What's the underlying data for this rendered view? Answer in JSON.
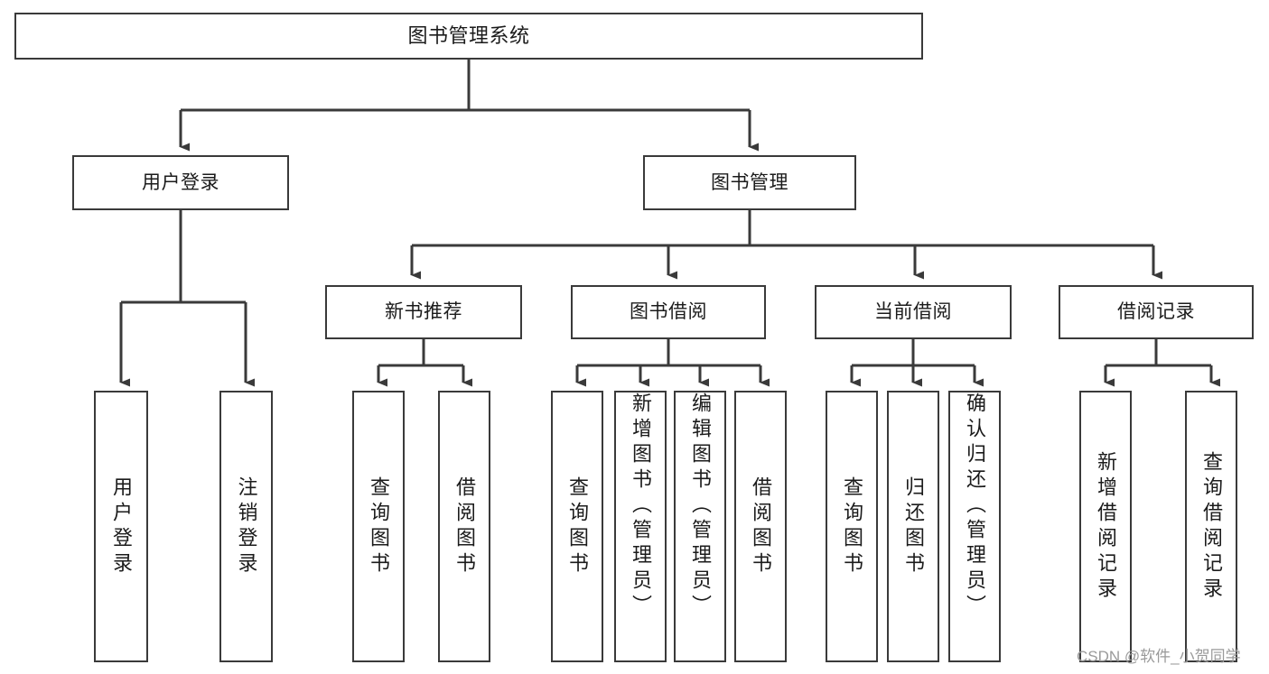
{
  "diagram": {
    "title": "图书管理系统",
    "type": "tree",
    "stroke_color": "#3a3a3a",
    "text_color": "#1b1b1b",
    "background_color": "#ffffff",
    "root": {
      "id": "root",
      "label": "图书管理系统",
      "orientation": "horizontal"
    },
    "level2": [
      {
        "id": "user-login",
        "label": "用户登录",
        "orientation": "horizontal"
      },
      {
        "id": "book-management",
        "label": "图书管理",
        "orientation": "horizontal"
      }
    ],
    "level3": [
      {
        "id": "new-book-recommend",
        "label": "新书推荐",
        "orientation": "horizontal",
        "parent": "book-management"
      },
      {
        "id": "book-borrow",
        "label": "图书借阅",
        "orientation": "horizontal",
        "parent": "book-management"
      },
      {
        "id": "current-borrow",
        "label": "当前借阅",
        "orientation": "horizontal",
        "parent": "book-management"
      },
      {
        "id": "borrow-record",
        "label": "借阅记录",
        "orientation": "horizontal",
        "parent": "book-management"
      }
    ],
    "leaves": [
      {
        "id": "leaf-user-login",
        "label": "用户登录",
        "parent": "user-login",
        "align": "center"
      },
      {
        "id": "leaf-user-logout",
        "label": "注销登录",
        "parent": "user-login",
        "align": "center"
      },
      {
        "id": "leaf-query-book-1",
        "label": "查询图书",
        "parent": "new-book-recommend",
        "align": "center"
      },
      {
        "id": "leaf-borrow-book-1",
        "label": "借阅图书",
        "parent": "new-book-recommend",
        "align": "center"
      },
      {
        "id": "leaf-query-book-2",
        "label": "查询图书",
        "parent": "book-borrow",
        "align": "center"
      },
      {
        "id": "leaf-add-book",
        "label": "新增图书（管理员）",
        "parent": "book-borrow",
        "align": "top"
      },
      {
        "id": "leaf-edit-book",
        "label": "编辑图书（管理员）",
        "parent": "book-borrow",
        "align": "top"
      },
      {
        "id": "leaf-borrow-book-2",
        "label": "借阅图书",
        "parent": "book-borrow",
        "align": "center"
      },
      {
        "id": "leaf-query-book-3",
        "label": "查询图书",
        "parent": "current-borrow",
        "align": "center"
      },
      {
        "id": "leaf-return-book",
        "label": "归还图书",
        "parent": "current-borrow",
        "align": "center"
      },
      {
        "id": "leaf-confirm-return",
        "label": "确认归还（管理员）",
        "parent": "current-borrow",
        "align": "top"
      },
      {
        "id": "leaf-add-record",
        "label": "新增借阅记录",
        "parent": "borrow-record",
        "align": "center"
      },
      {
        "id": "leaf-query-record",
        "label": "查询借阅记录",
        "parent": "borrow-record",
        "align": "center"
      }
    ]
  },
  "watermark": {
    "text": "CSDN @软件_小贺同学"
  }
}
